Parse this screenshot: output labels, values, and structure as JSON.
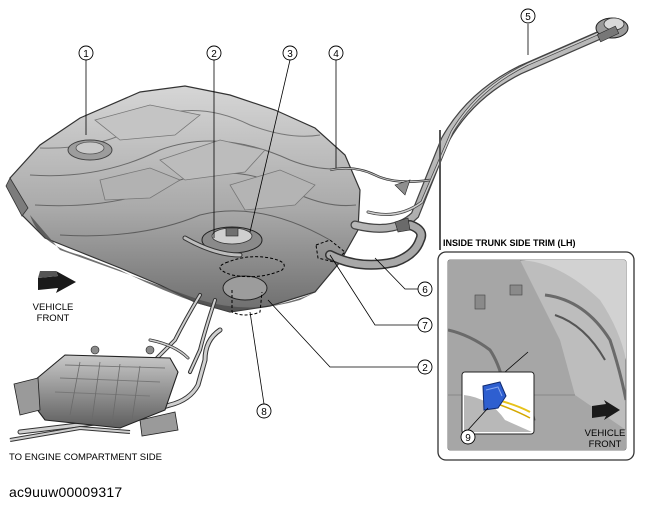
{
  "callouts": [
    {
      "id": "c1",
      "text": "1"
    },
    {
      "id": "c2a",
      "text": "2"
    },
    {
      "id": "c3",
      "text": "3"
    },
    {
      "id": "c4",
      "text": "4"
    },
    {
      "id": "c5",
      "text": "5"
    },
    {
      "id": "c6",
      "text": "6"
    },
    {
      "id": "c7",
      "text": "7"
    },
    {
      "id": "c2b",
      "text": "2"
    },
    {
      "id": "c8",
      "text": "8"
    },
    {
      "id": "c9",
      "text": "9"
    }
  ],
  "labels": {
    "vehicle_front_main_line1": "VEHICLE",
    "vehicle_front_main_line2": "FRONT",
    "inset_title": "INSIDE TRUNK SIDE TRIM (LH)",
    "vehicle_front_inset_line1": "VEHICLE",
    "vehicle_front_inset_line2": "FRONT",
    "engine_compartment": "TO ENGINE COMPARTMENT SIDE",
    "figure_code": "ac9uuw00009317"
  },
  "colors": {
    "tank_fill": "#b9b9b9",
    "tank_shade": "#8e8e8e",
    "tank_dark": "#5a5a5a",
    "connector_blue": "#2e5fd0",
    "wire_yellow": "#e7c21a",
    "line": "#000000"
  }
}
